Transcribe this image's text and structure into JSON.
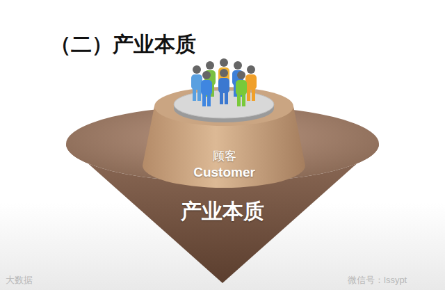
{
  "diagram": {
    "title": "（二）产业本质",
    "nodes": [
      {
        "text": [
          "产业本质"
        ]
      },
      {
        "text": [
          "顾客",
          "Customer"
        ],
        "in": 0
      }
    ],
    "labels": [
      "大数据",
      "微信号：lssypt"
    ]
  }
}
